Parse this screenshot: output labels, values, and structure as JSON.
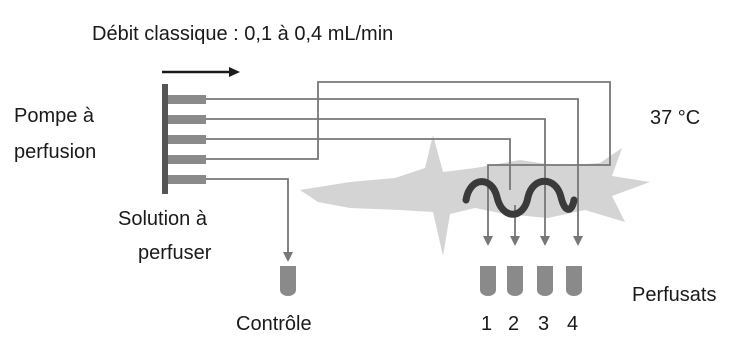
{
  "labels": {
    "flow_rate": "Débit classique : 0,1 à 0,4 mL/min",
    "pump_line1": "Pompe à",
    "pump_line2": "perfusion",
    "temperature": "37 °C",
    "solution_line1": "Solution à",
    "solution_line2": "perfuser",
    "control": "Contrôle",
    "perfusates": "Perfusats",
    "tube_numbers": [
      "1",
      "2",
      "3",
      "4"
    ]
  },
  "colors": {
    "line": "#777777",
    "tissue": "#d4d4d4",
    "tube": "#8a8a8a",
    "coil": "#3a3a3a",
    "text": "#1a1a1a"
  }
}
